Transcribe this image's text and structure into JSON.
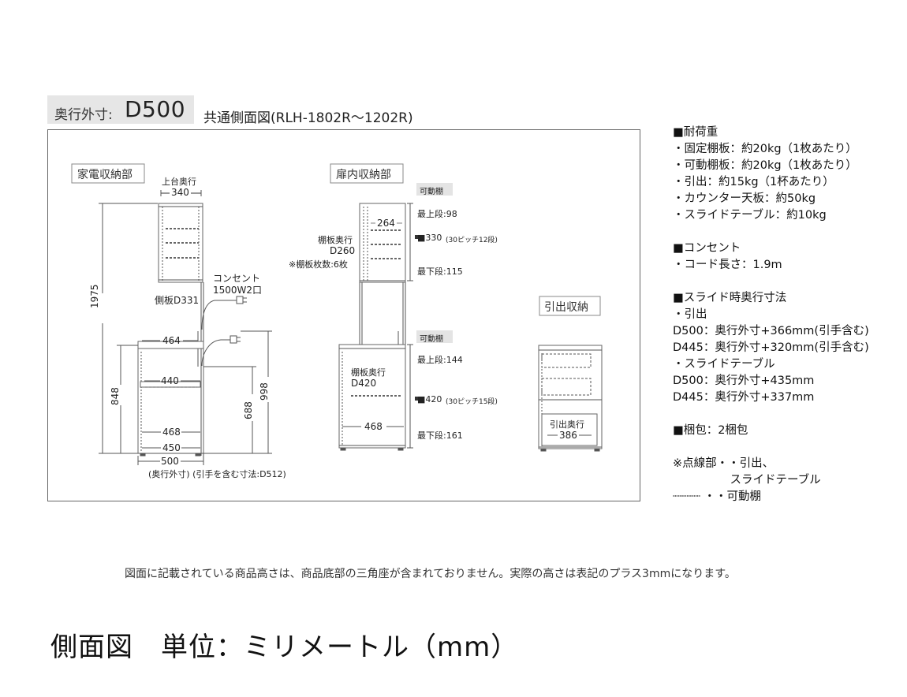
{
  "header": {
    "depth_label": "奥行外寸:",
    "depth_value": "D500",
    "diagram_title": "共通側面図(RLH-1802R〜1202R)"
  },
  "appliance": {
    "title": "家電収納部",
    "top_depth_label": "上台奥行",
    "top_depth": "340",
    "outlet_label": "コンセント",
    "outlet_spec": "1500W2口",
    "side_panel": "側板D331",
    "height_total": "1975",
    "counter_depth": "464",
    "slide_depth": "440",
    "height_counter": "848",
    "bottom_depth_1": "468",
    "bottom_depth_2": "450",
    "outer_depth": "500",
    "outer_note": "(奥行外寸) (引手を含む寸法:D512)",
    "height_outlet": "688",
    "height_outlet_upper": "998"
  },
  "door": {
    "title": "扉内収納部",
    "movable_shelf_upper": "可動棚",
    "upper_depth": "264",
    "shelf_depth_label": "棚板奥行",
    "shelf_depth": "D260",
    "shelf_count": "※棚板枚数:6枚",
    "upper_top": "最上段:98",
    "upper_pitch": "■330",
    "upper_pitch_note": "(30ピッチ12段)",
    "upper_bottom": "最下段:115",
    "movable_shelf_lower": "可動棚",
    "lower_shelf_label": "棚板奥行",
    "lower_shelf_depth": "D420",
    "lower_top": "最上段:144",
    "lower_pitch": "■420",
    "lower_pitch_note": "(30ピッチ15段)",
    "lower_depth": "468",
    "lower_bottom": "最下段:161"
  },
  "drawer": {
    "title": "引出収納",
    "depth_label": "引出奥行",
    "depth": "386"
  },
  "specs": [
    "■耐荷重",
    "・固定棚板：約20kg（1枚あたり）",
    "・可動棚板：約20kg（1枚あたり）",
    "・引出：約15kg（1杯あたり）",
    "・カウンター天板：約50kg",
    "・スライドテーブル：約10kg",
    "",
    "■コンセント",
    "・コード長さ：1.9m",
    "",
    "■スライド時奥行寸法",
    "・引出",
    "D500：奥行外寸+366mm(引手含む)",
    "D445：奥行外寸+320mm(引手含む)",
    "・スライドテーブル",
    "D500：奥行外寸+435mm",
    "D445：奥行外寸+337mm",
    "",
    "■梱包：2梱包",
    "",
    "※点線部・・引出、",
    "　　　　　スライドテーブル",
    "┈┈┈┈ ・・可動棚"
  ],
  "note": "図面に記載されている商品高さは、商品底部の三角座が含まれておりません。実際の高さは表記のプラス3mmになります。",
  "footer": "側面図　単位：ミリメートル（mm）"
}
